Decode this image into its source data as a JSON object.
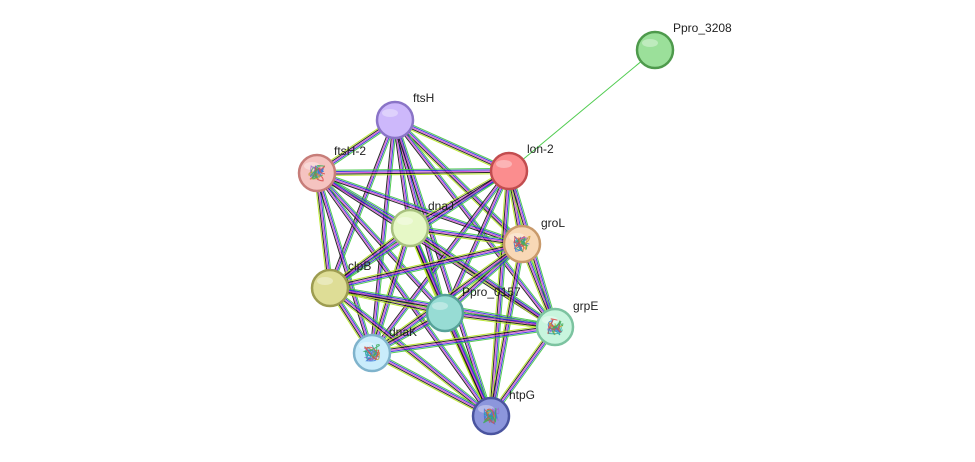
{
  "network": {
    "nodes": [
      {
        "id": "Ppro_3208",
        "label": "Ppro_3208",
        "fill": "#9be09a",
        "stroke": "#4e9a4c",
        "icon": "none"
      },
      {
        "id": "ftsH",
        "label": "ftsH",
        "fill": "#cdb8fb",
        "stroke": "#8a74c7",
        "icon": "none"
      },
      {
        "id": "ftsH-2",
        "label": "ftsH-2",
        "fill": "#f5c3c0",
        "stroke": "#c77d79",
        "icon": "protein-structure-icon"
      },
      {
        "id": "lon-2",
        "label": "lon-2",
        "fill": "#fb8d8e",
        "stroke": "#c24d4f",
        "icon": "none"
      },
      {
        "id": "dnaJ",
        "label": "dnaJ",
        "fill": "#e6f8c6",
        "stroke": "#a9c27f",
        "icon": "none"
      },
      {
        "id": "groL",
        "label": "groL",
        "fill": "#f8d8b6",
        "stroke": "#c99a6b",
        "icon": "protein-structure-icon"
      },
      {
        "id": "clpB",
        "label": "clpB",
        "fill": "#dedd96",
        "stroke": "#9d9c50",
        "icon": "none"
      },
      {
        "id": "Ppro_0157",
        "label": "Ppro_0157",
        "fill": "#97dcd4",
        "stroke": "#56a299",
        "icon": "none"
      },
      {
        "id": "grpE",
        "label": "grpE",
        "fill": "#c8f5de",
        "stroke": "#7cc3a0",
        "icon": "protein-structure-icon"
      },
      {
        "id": "dnaK",
        "label": "dnaK",
        "fill": "#c9ecfb",
        "stroke": "#7fb3cc",
        "icon": "protein-structure-icon"
      },
      {
        "id": "htpG",
        "label": "htpG",
        "fill": "#8c96dc",
        "stroke": "#4a549f",
        "icon": "protein-structure-icon"
      }
    ],
    "edges": [
      {
        "a": "Ppro_3208",
        "b": "lon-2",
        "colors": [
          "#3ec63e"
        ]
      },
      {
        "a": "ftsH",
        "b": "ftsH-2",
        "colors": [
          "#3ec63e",
          "#2b2bd9",
          "#d13fd1",
          "#111111",
          "#b5e61d"
        ]
      },
      {
        "a": "ftsH",
        "b": "lon-2",
        "colors": [
          "#3ec63e",
          "#2b2bd9",
          "#d13fd1",
          "#111111",
          "#b5e61d"
        ]
      },
      {
        "a": "ftsH",
        "b": "dnaJ",
        "colors": [
          "#3ec63e",
          "#2b2bd9",
          "#d13fd1",
          "#111111"
        ]
      },
      {
        "a": "ftsH",
        "b": "groL",
        "colors": [
          "#3ec63e",
          "#2b2bd9",
          "#d13fd1",
          "#111111",
          "#b5e61d"
        ]
      },
      {
        "a": "ftsH",
        "b": "clpB",
        "colors": [
          "#3ec63e",
          "#2b2bd9",
          "#d13fd1",
          "#111111"
        ]
      },
      {
        "a": "ftsH",
        "b": "Ppro_0157",
        "colors": [
          "#3ec63e",
          "#2b2bd9",
          "#d13fd1",
          "#111111"
        ]
      },
      {
        "a": "ftsH",
        "b": "grpE",
        "colors": [
          "#3ec63e",
          "#2b2bd9",
          "#d13fd1",
          "#111111"
        ]
      },
      {
        "a": "ftsH",
        "b": "dnaK",
        "colors": [
          "#3ec63e",
          "#2b2bd9",
          "#d13fd1",
          "#111111"
        ]
      },
      {
        "a": "ftsH",
        "b": "htpG",
        "colors": [
          "#3ec63e",
          "#2b2bd9",
          "#d13fd1",
          "#111111"
        ]
      },
      {
        "a": "ftsH-2",
        "b": "lon-2",
        "colors": [
          "#3ec63e",
          "#2b2bd9",
          "#d13fd1",
          "#111111",
          "#b5e61d"
        ]
      },
      {
        "a": "ftsH-2",
        "b": "dnaJ",
        "colors": [
          "#3ec63e",
          "#2b2bd9",
          "#d13fd1",
          "#111111"
        ]
      },
      {
        "a": "ftsH-2",
        "b": "groL",
        "colors": [
          "#3ec63e",
          "#2b2bd9",
          "#d13fd1",
          "#111111"
        ]
      },
      {
        "a": "ftsH-2",
        "b": "clpB",
        "colors": [
          "#3ec63e",
          "#2b2bd9",
          "#d13fd1",
          "#111111",
          "#b5e61d"
        ]
      },
      {
        "a": "ftsH-2",
        "b": "Ppro_0157",
        "colors": [
          "#3ec63e",
          "#2b2bd9",
          "#d13fd1",
          "#111111"
        ]
      },
      {
        "a": "ftsH-2",
        "b": "grpE",
        "colors": [
          "#3ec63e",
          "#2b2bd9",
          "#d13fd1",
          "#111111"
        ]
      },
      {
        "a": "ftsH-2",
        "b": "dnaK",
        "colors": [
          "#3ec63e",
          "#2b2bd9",
          "#d13fd1",
          "#111111"
        ]
      },
      {
        "a": "ftsH-2",
        "b": "htpG",
        "colors": [
          "#3ec63e",
          "#2b2bd9",
          "#d13fd1",
          "#111111"
        ]
      },
      {
        "a": "lon-2",
        "b": "dnaJ",
        "colors": [
          "#3ec63e",
          "#2b2bd9",
          "#d13fd1",
          "#111111",
          "#b5e61d"
        ]
      },
      {
        "a": "lon-2",
        "b": "groL",
        "colors": [
          "#3ec63e",
          "#2b2bd9",
          "#d13fd1",
          "#111111",
          "#b5e61d"
        ]
      },
      {
        "a": "lon-2",
        "b": "clpB",
        "colors": [
          "#3ec63e",
          "#2b2bd9",
          "#d13fd1",
          "#111111"
        ]
      },
      {
        "a": "lon-2",
        "b": "Ppro_0157",
        "colors": [
          "#3ec63e",
          "#2b2bd9",
          "#d13fd1",
          "#111111"
        ]
      },
      {
        "a": "lon-2",
        "b": "grpE",
        "colors": [
          "#3ec63e",
          "#2b2bd9",
          "#d13fd1",
          "#111111",
          "#b5e61d"
        ]
      },
      {
        "a": "lon-2",
        "b": "dnaK",
        "colors": [
          "#3ec63e",
          "#2b2bd9",
          "#d13fd1",
          "#111111"
        ]
      },
      {
        "a": "lon-2",
        "b": "htpG",
        "colors": [
          "#3ec63e",
          "#2b2bd9",
          "#d13fd1",
          "#111111",
          "#b5e61d"
        ]
      },
      {
        "a": "dnaJ",
        "b": "groL",
        "colors": [
          "#3ec63e",
          "#2b2bd9",
          "#d13fd1",
          "#111111",
          "#b5e61d"
        ]
      },
      {
        "a": "dnaJ",
        "b": "clpB",
        "colors": [
          "#3ec63e",
          "#2b2bd9",
          "#d13fd1",
          "#111111",
          "#b5e61d"
        ]
      },
      {
        "a": "dnaJ",
        "b": "Ppro_0157",
        "colors": [
          "#3ec63e",
          "#2b2bd9",
          "#d13fd1",
          "#111111",
          "#b5e61d"
        ]
      },
      {
        "a": "dnaJ",
        "b": "grpE",
        "colors": [
          "#3ec63e",
          "#2b2bd9",
          "#d13fd1",
          "#111111",
          "#b5e61d"
        ]
      },
      {
        "a": "dnaJ",
        "b": "dnaK",
        "colors": [
          "#3ec63e",
          "#2b2bd9",
          "#d13fd1",
          "#111111",
          "#b5e61d"
        ]
      },
      {
        "a": "dnaJ",
        "b": "htpG",
        "colors": [
          "#3ec63e",
          "#2b2bd9",
          "#d13fd1",
          "#111111",
          "#b5e61d"
        ]
      },
      {
        "a": "groL",
        "b": "clpB",
        "colors": [
          "#3ec63e",
          "#2b2bd9",
          "#d13fd1",
          "#111111",
          "#b5e61d"
        ]
      },
      {
        "a": "groL",
        "b": "Ppro_0157",
        "colors": [
          "#3ec63e",
          "#2b2bd9",
          "#d13fd1",
          "#111111",
          "#b5e61d"
        ]
      },
      {
        "a": "groL",
        "b": "grpE",
        "colors": [
          "#3ec63e",
          "#2b2bd9",
          "#d13fd1",
          "#111111",
          "#b5e61d"
        ]
      },
      {
        "a": "groL",
        "b": "dnaK",
        "colors": [
          "#3ec63e",
          "#2b2bd9",
          "#d13fd1",
          "#111111",
          "#b5e61d"
        ]
      },
      {
        "a": "groL",
        "b": "htpG",
        "colors": [
          "#3ec63e",
          "#2b2bd9",
          "#d13fd1",
          "#111111",
          "#b5e61d"
        ]
      },
      {
        "a": "clpB",
        "b": "Ppro_0157",
        "colors": [
          "#3ec63e",
          "#2b2bd9",
          "#d13fd1",
          "#111111",
          "#b5e61d"
        ]
      },
      {
        "a": "clpB",
        "b": "grpE",
        "colors": [
          "#3ec63e",
          "#2b2bd9",
          "#d13fd1",
          "#111111",
          "#b5e61d"
        ]
      },
      {
        "a": "clpB",
        "b": "dnaK",
        "colors": [
          "#3ec63e",
          "#2b2bd9",
          "#d13fd1",
          "#111111",
          "#b5e61d"
        ]
      },
      {
        "a": "clpB",
        "b": "htpG",
        "colors": [
          "#3ec63e",
          "#2b2bd9",
          "#d13fd1",
          "#111111",
          "#b5e61d"
        ]
      },
      {
        "a": "Ppro_0157",
        "b": "grpE",
        "colors": [
          "#3ec63e",
          "#2b2bd9",
          "#d13fd1",
          "#111111",
          "#b5e61d"
        ]
      },
      {
        "a": "Ppro_0157",
        "b": "dnaK",
        "colors": [
          "#3ec63e",
          "#2b2bd9",
          "#d13fd1",
          "#111111",
          "#b5e61d"
        ]
      },
      {
        "a": "Ppro_0157",
        "b": "htpG",
        "colors": [
          "#3ec63e",
          "#2b2bd9",
          "#d13fd1",
          "#111111",
          "#b5e61d"
        ]
      },
      {
        "a": "grpE",
        "b": "dnaK",
        "colors": [
          "#3ec63e",
          "#2b2bd9",
          "#d13fd1",
          "#111111",
          "#b5e61d"
        ]
      },
      {
        "a": "grpE",
        "b": "htpG",
        "colors": [
          "#3ec63e",
          "#2b2bd9",
          "#d13fd1",
          "#111111",
          "#b5e61d"
        ]
      },
      {
        "a": "dnaK",
        "b": "htpG",
        "colors": [
          "#3ec63e",
          "#2b2bd9",
          "#d13fd1",
          "#111111",
          "#b5e61d"
        ]
      }
    ]
  }
}
